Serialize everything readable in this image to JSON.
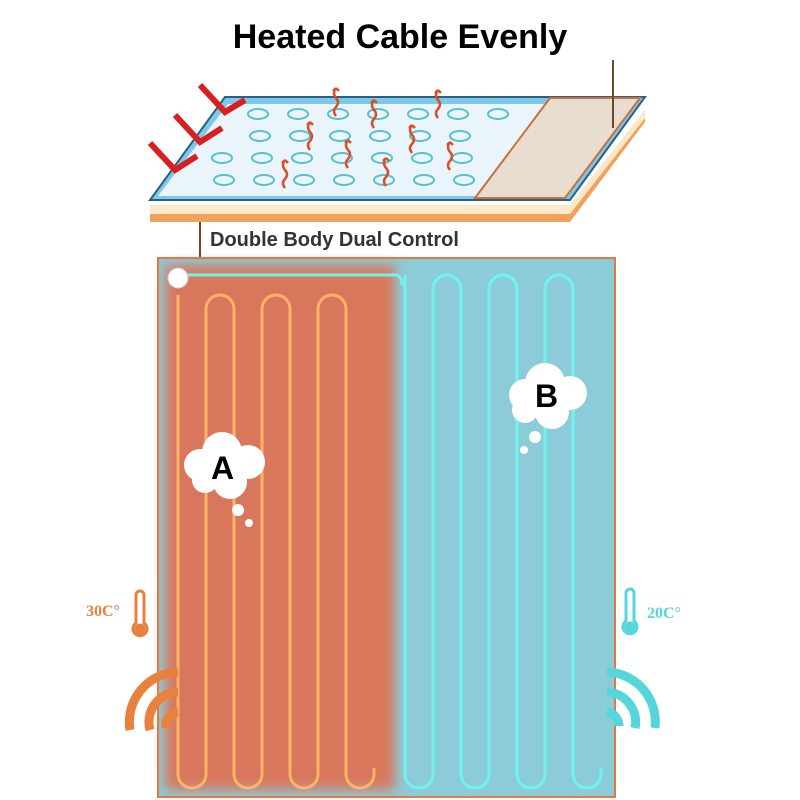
{
  "title": "Heated Cable Evenly",
  "subtitle": "Double Body Dual Control",
  "zones": [
    {
      "label": "A",
      "temperature": "30C°",
      "color": "#e07a5a"
    },
    {
      "label": "B",
      "temperature": "20C°",
      "color": "#5fd6dc"
    }
  ],
  "icons": [
    "thermometer-icon",
    "wireless-signal-icon",
    "heat-arrow-icon",
    "thought-bubble-icon"
  ]
}
